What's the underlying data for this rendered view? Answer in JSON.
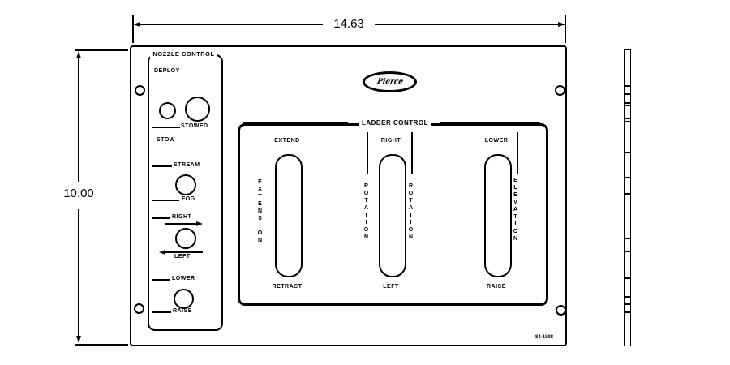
{
  "drawing": {
    "width_dim": "14.63",
    "height_dim": "10.00",
    "part_number": "84-1898",
    "logo_text": "Pierce"
  },
  "nozzle": {
    "title": "NOZZLE CONTROL",
    "labels": {
      "deploy": "DEPLOY",
      "stowed": "STOWED",
      "stow": "STOW",
      "stream": "STREAM",
      "fog": "FOG",
      "right": "RIGHT",
      "left": "LEFT",
      "lower": "LOWER",
      "raise": "RAISE"
    }
  },
  "ladder": {
    "title": "LADDER CONTROL",
    "slot1": {
      "top": "EXTEND",
      "bottom": "RETRACT",
      "axis": "EXTENSION"
    },
    "slot2": {
      "top": "RIGHT",
      "bottom": "LEFT",
      "axis_left": "ROTATION",
      "axis_right": "ROTATION"
    },
    "slot3": {
      "top": "LOWER",
      "bottom": "RAISE",
      "axis": "ELEVATION"
    }
  },
  "side_view": {
    "ticks": [
      105,
      115,
      126,
      129,
      145,
      149,
      187,
      218,
      238,
      293,
      309,
      342,
      365,
      374,
      384
    ]
  }
}
